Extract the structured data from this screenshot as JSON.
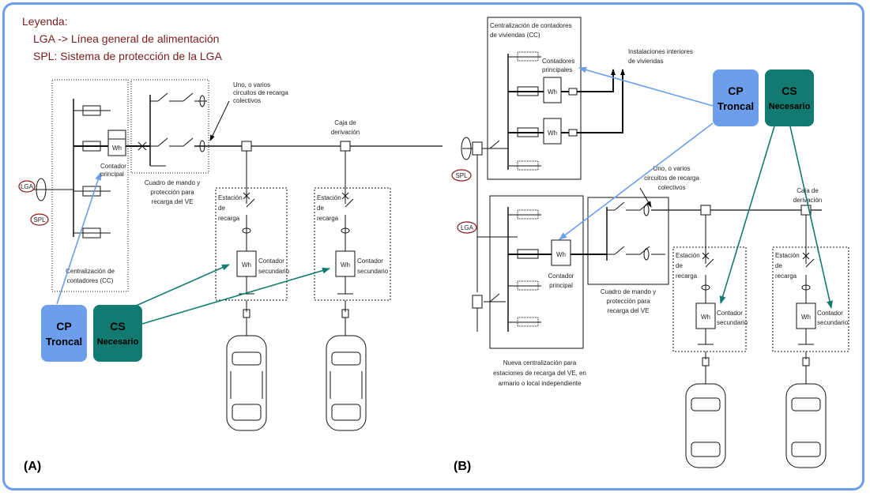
{
  "legend": {
    "title": "Leyenda:",
    "lga": "LGA -> Línea general de alimentación",
    "spl": "SPL: Sistema de protección de la LGA"
  },
  "panel_a": {
    "label": "(A)",
    "lga_tag": "LGA",
    "spl_tag": "SPL",
    "meter": "Wh",
    "contador_principal": [
      "Contador",
      "principal"
    ],
    "centralizacion": [
      "Centralización de",
      "contadores (CC)"
    ],
    "cuadro": [
      "Cuadro de mando y",
      "protección para",
      "recarga del VE"
    ],
    "circuitos": [
      "Uno, o varios",
      "circuitos de recarga",
      "colectivos"
    ],
    "caja": [
      "Caja de",
      "derivación"
    ],
    "estacion": [
      "Estación",
      "de",
      "recarga"
    ],
    "contador_secundario": [
      "Contador",
      "secundario"
    ],
    "cp_box": {
      "line1": "CP",
      "line2": "Troncal"
    },
    "cs_box": {
      "line1": "CS",
      "line2": "Necesario"
    }
  },
  "panel_b": {
    "label": "(B)",
    "lga_tag": "LGA",
    "spl_tag": "SPL",
    "meter": "Wh",
    "cc_viviendas": [
      "Centralización de contadores",
      "de viviendas (CC)"
    ],
    "contadores_principales": [
      "Contadores",
      "principales"
    ],
    "instalaciones": [
      "Instalaciones interiores",
      "de viviendas"
    ],
    "circuitos": [
      "Uno, o varios",
      "circuitos de recarga",
      "colectivos"
    ],
    "caja": [
      "Caja de",
      "derivación"
    ],
    "contador_principal": [
      "Contador",
      "principal"
    ],
    "cuadro": [
      "Cuadro de mando y",
      "protección para",
      "recarga del VE"
    ],
    "nueva": [
      "Nueva centralización para",
      "estaciones de recarga del VE, en",
      "armario o local independiente"
    ],
    "estacion": [
      "Estación",
      "de",
      "recarga"
    ],
    "contador_secundario": [
      "Contador",
      "secundario"
    ],
    "cp_box": {
      "line1": "CP",
      "line2": "Troncal"
    },
    "cs_box": {
      "line1": "CS",
      "line2": "Necesario"
    }
  },
  "colors": {
    "frame": "#6d9eeb",
    "cp": "#6d9eeb",
    "cs": "#137a71",
    "legend_text": "#7b1c1c",
    "tag_border": "#8b1a1a"
  }
}
